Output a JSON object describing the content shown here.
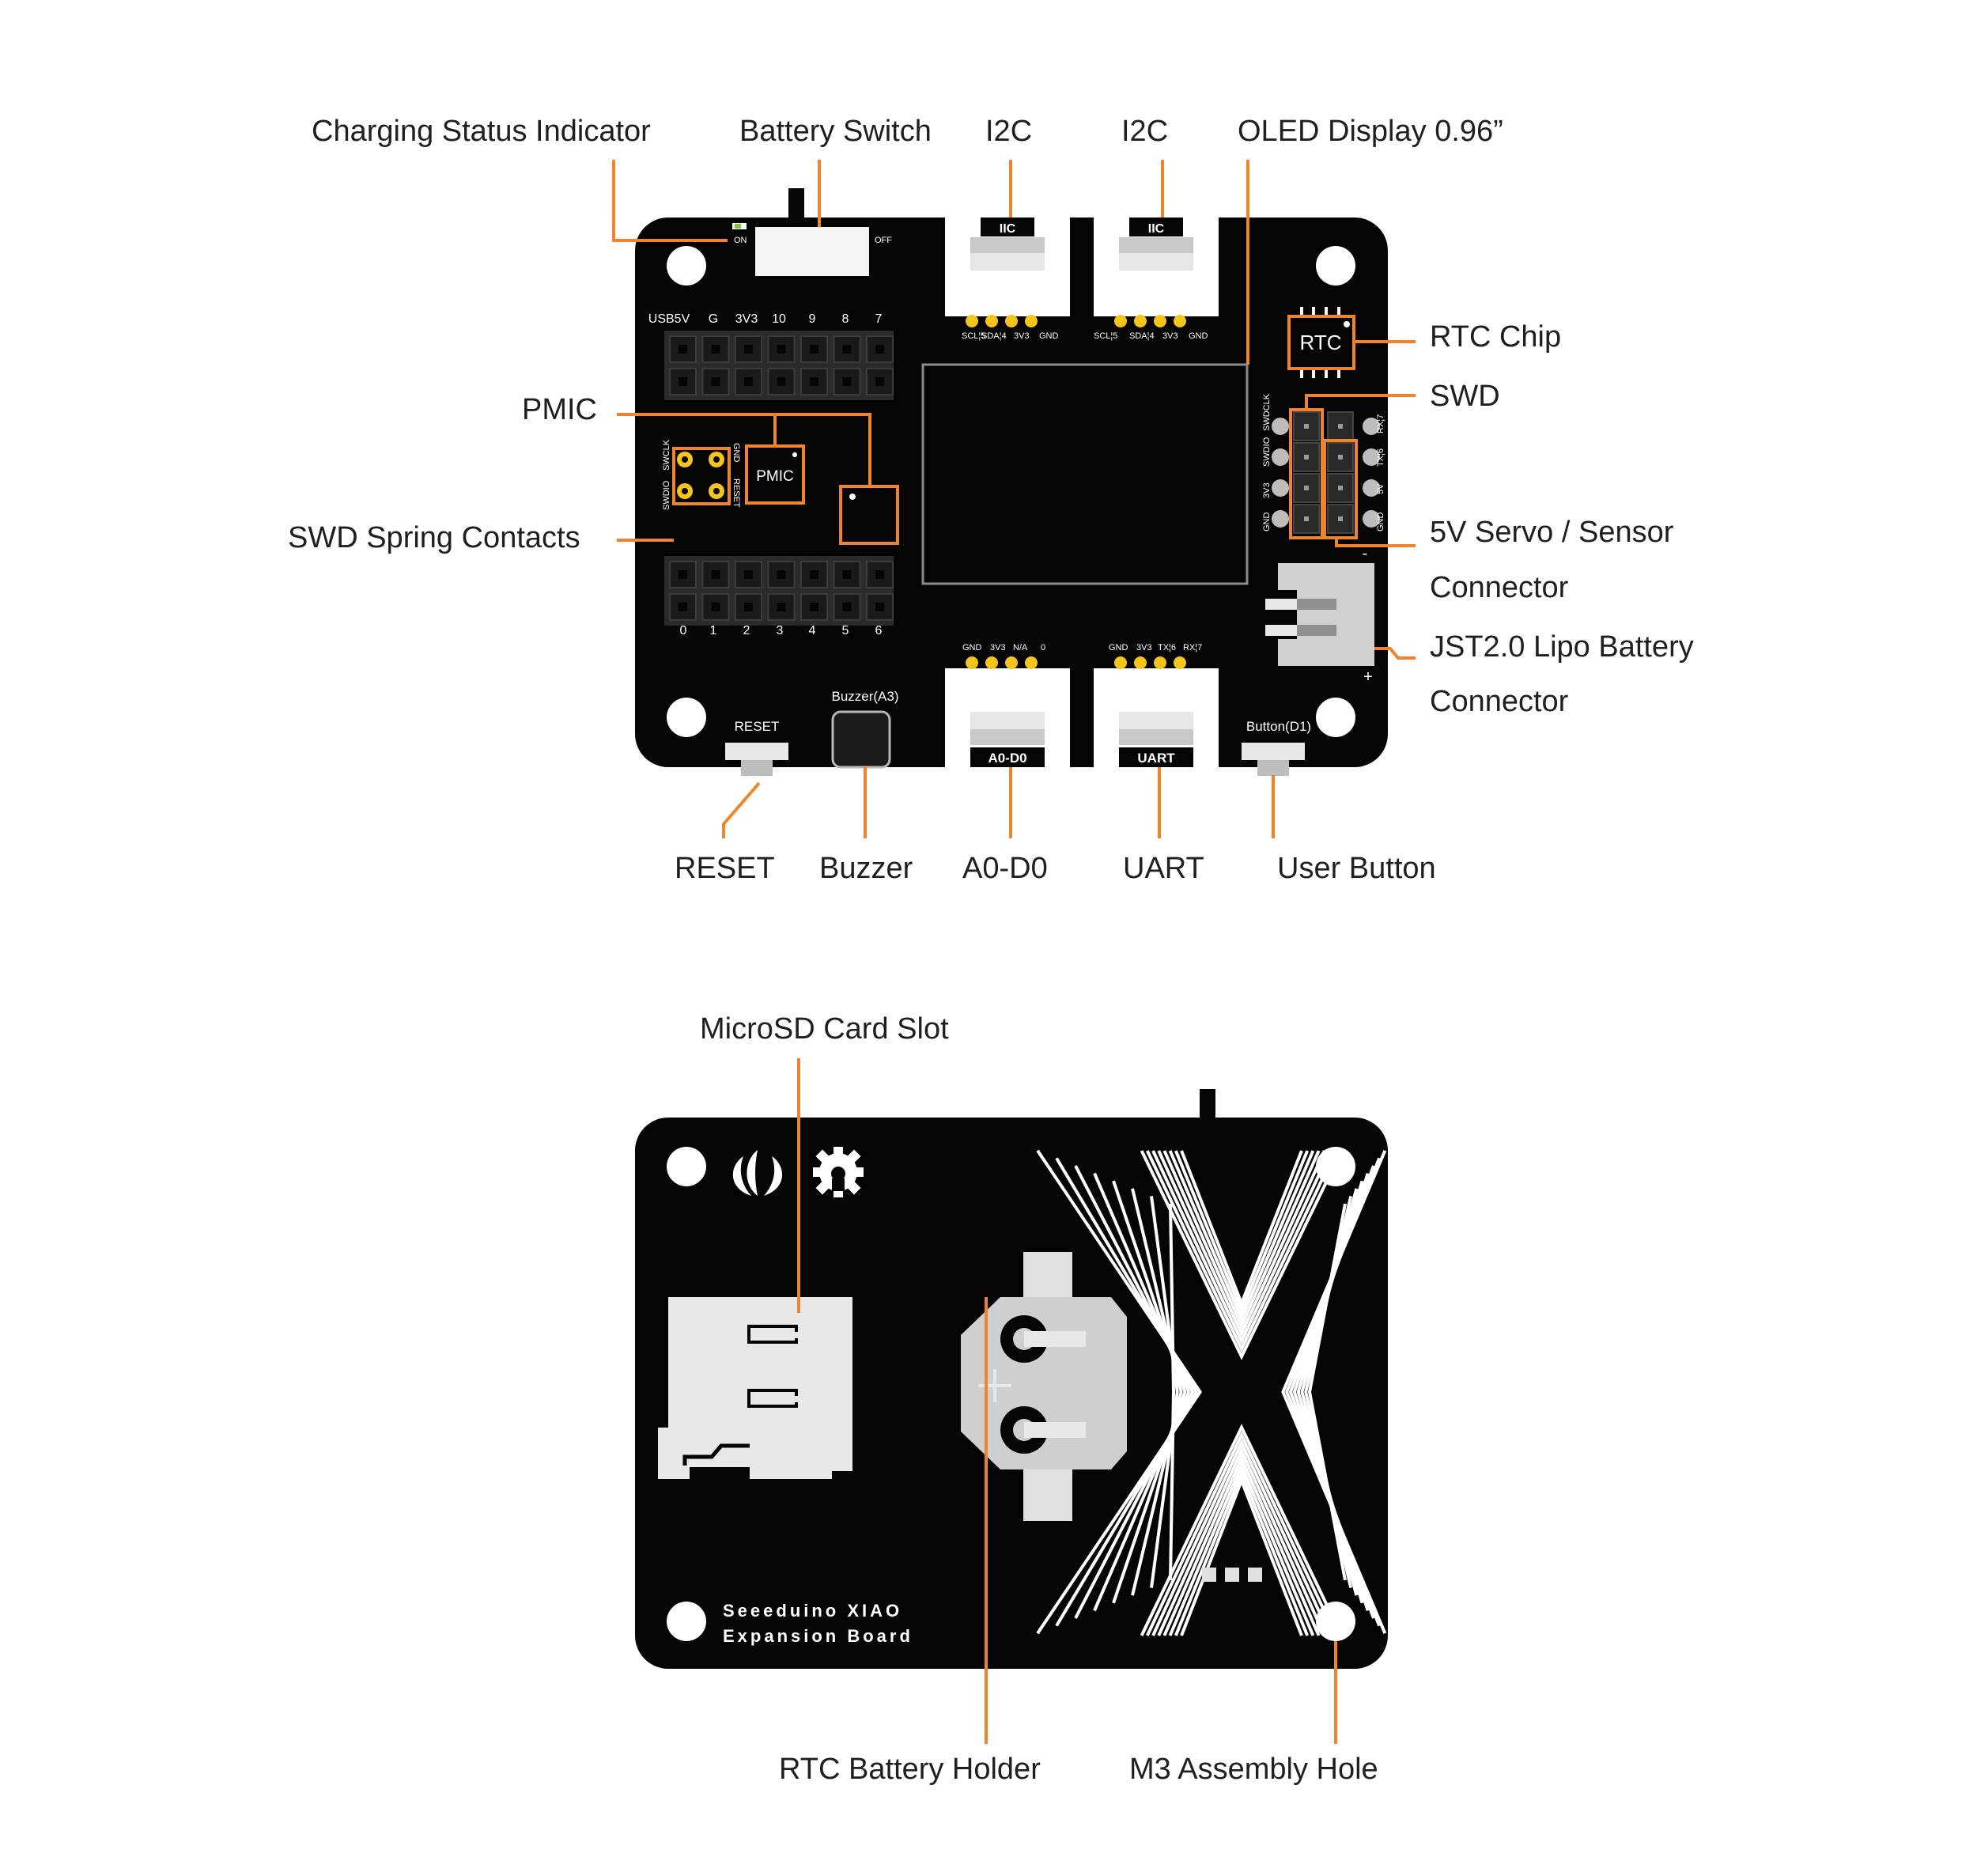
{
  "colors": {
    "board": "#050505",
    "accent": "#f0842c",
    "connector_white": "#f2f2f2",
    "connector_gray": "#bdbdbd",
    "pad_gold": "#f6c51b",
    "label_text": "#1f1f1f"
  },
  "top_view": {
    "callouts": {
      "charging_status_indicator": "Charging Status Indicator",
      "battery_switch": "Battery Switch",
      "i2c_left": "I2C",
      "i2c_right": "I2C",
      "oled_display": "OLED Display 0.96”",
      "rtc_chip": "RTC Chip",
      "swd": "SWD",
      "pmic": "PMIC",
      "swd_spring_contacts": "SWD Spring Contacts",
      "servo_connector_line1": "5V Servo / Sensor",
      "servo_connector_line2": "Connector",
      "jst_line1": "JST2.0 Lipo Battery",
      "jst_line2": "Connector",
      "reset": "RESET",
      "buzzer": "Buzzer",
      "a0_d0": "A0-D0",
      "uart": "UART",
      "user_button": "User Button"
    },
    "silkscreen": {
      "on": "ON",
      "off": "OFF",
      "header_top_labels": [
        "USB5V",
        "G",
        "3V3",
        "10",
        "9",
        "8",
        "7"
      ],
      "header_bottom_labels": [
        "0",
        "1",
        "2",
        "3",
        "4",
        "5",
        "6"
      ],
      "iic_tag": "IIC",
      "iic_pins": [
        "SCL¦5",
        "SDA¦4",
        "3V3",
        "GND"
      ],
      "pmic_chip": "PMIC",
      "rtc_chip": "RTC",
      "swd_spring_pins": [
        "SWCLK",
        "SWDIO",
        "GND",
        "RESET"
      ],
      "swd_header_pins": [
        "SWDCLK",
        "SWDIO",
        "3V3",
        "GND"
      ],
      "servo_pins": [
        "RX¦7",
        "TX¦6",
        "5V",
        "GND"
      ],
      "a0_pins": [
        "GND",
        "3V3",
        "N/A",
        "0"
      ],
      "uart_pins": [
        "GND",
        "3V3",
        "TX¦6",
        "RX¦7"
      ],
      "a0_tag": "A0-D0",
      "uart_tag": "UART",
      "reset_label": "RESET",
      "buzzer_label": "Buzzer(A3)",
      "button_label": "Button(D1)",
      "minus": "-",
      "plus": "+"
    }
  },
  "bottom_view": {
    "callouts": {
      "microsd_card_slot": "MicroSD Card Slot",
      "rtc_battery_holder": "RTC Battery Holder",
      "m3_assembly_hole": "M3 Assembly Hole"
    },
    "silkscreen": {
      "board_name_line1": "Seeeduino XIAO",
      "board_name_line2": "Expansion Board"
    }
  }
}
